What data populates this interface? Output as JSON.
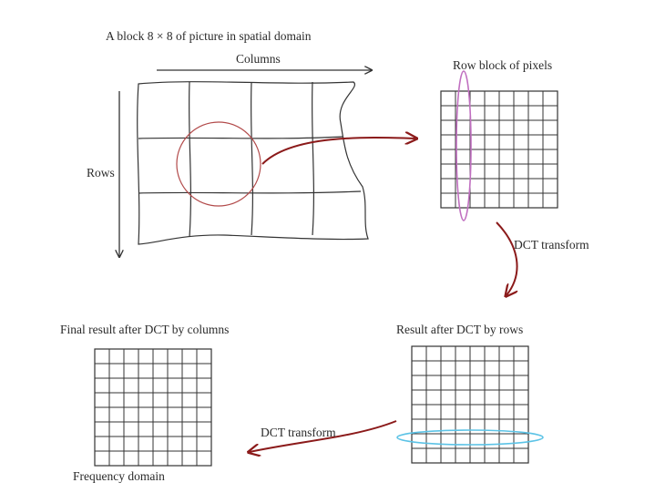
{
  "labels": {
    "title": "A block 8 × 8 of picture in spatial domain",
    "columns": "Columns",
    "rows": "Rows",
    "row_block": "Row block of pixels",
    "dct_transform_1": "DCT transform",
    "result_rows": "Result after DCT by rows",
    "final_result": "Final result after DCT by columns",
    "dct_transform_2": "DCT transform",
    "frequency_domain": "Frequency domain"
  },
  "grid": {
    "cells": 8
  },
  "colors": {
    "line": "#333333",
    "arrow": "#8b1a1a",
    "circle": "#b24a4a",
    "column_ellipse": "#c06fc0",
    "row_ellipse": "#5cc3e6"
  }
}
